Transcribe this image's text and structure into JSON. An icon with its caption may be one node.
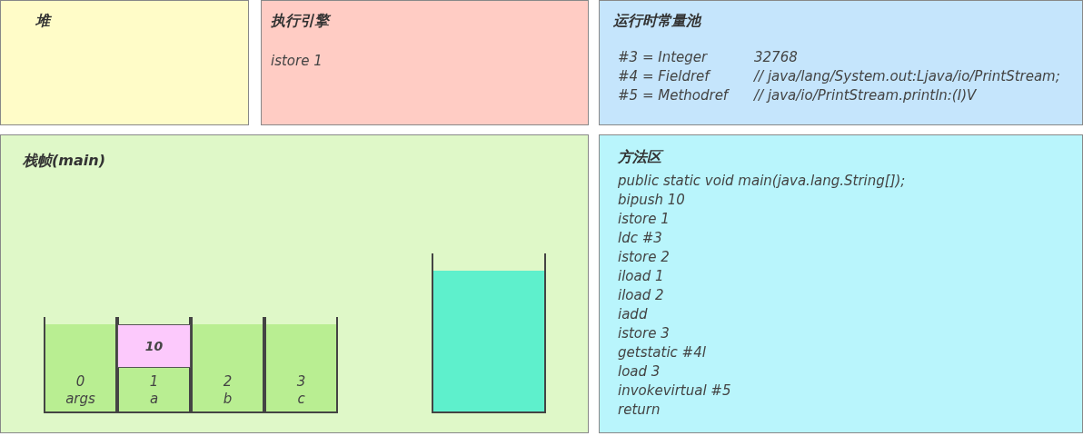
{
  "diagram": {
    "nodes": [
      {
        "text": [
          "堆"
        ]
      },
      {
        "text": [
          "执行引擎",
          "istore 1"
        ]
      },
      {
        "text": [
          "运行时常量池",
          "#3 = Integer",
          "32768",
          "#4 = Fieldref",
          "// java/lang/System.out:Ljava/io/PrintStream;",
          "#5 = Methodref",
          "// java/io/PrintStream.println:(I)V"
        ]
      },
      {
        "text": [
          "栈帧(main)"
        ]
      },
      {
        "text": [
          "0",
          "args"
        ],
        "in": 3
      },
      {
        "text": [
          "1",
          "a"
        ],
        "in": 3
      },
      {
        "text": [
          "2",
          "b"
        ],
        "in": 3
      },
      {
        "text": [
          "3",
          "c"
        ],
        "in": 3
      },
      {
        "text": [
          "10"
        ],
        "in": 5
      },
      {
        "text": [],
        "shape": "box",
        "in": 3
      },
      {
        "text": [
          "方法区",
          "public static void main(java.lang.String[]);",
          "bipush 10",
          "istore 1",
          "ldc #3",
          "istore 2",
          "iload 1",
          "iload 2",
          "iadd",
          "istore 3",
          "getstatic #4l",
          "load 3",
          "invokevirtual #5",
          "return"
        ]
      }
    ]
  }
}
